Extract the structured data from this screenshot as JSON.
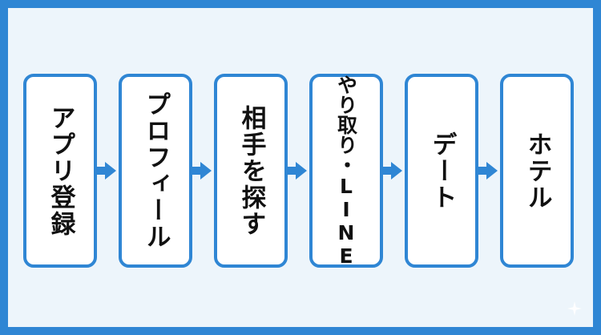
{
  "steps": [
    {
      "label": "アプリ登録"
    },
    {
      "label": "プロフィール"
    },
    {
      "label": "相手を探す"
    },
    {
      "label": "やり取り・LINE"
    },
    {
      "label": "デート"
    },
    {
      "label": "ホテル"
    }
  ],
  "colors": {
    "accent": "#2f86d4",
    "background": "#edf5fb",
    "box_fill": "#ffffff",
    "text": "#111111"
  },
  "icons": {
    "connector": "arrow-right-icon",
    "corner_mark": "sparkle-icon"
  }
}
